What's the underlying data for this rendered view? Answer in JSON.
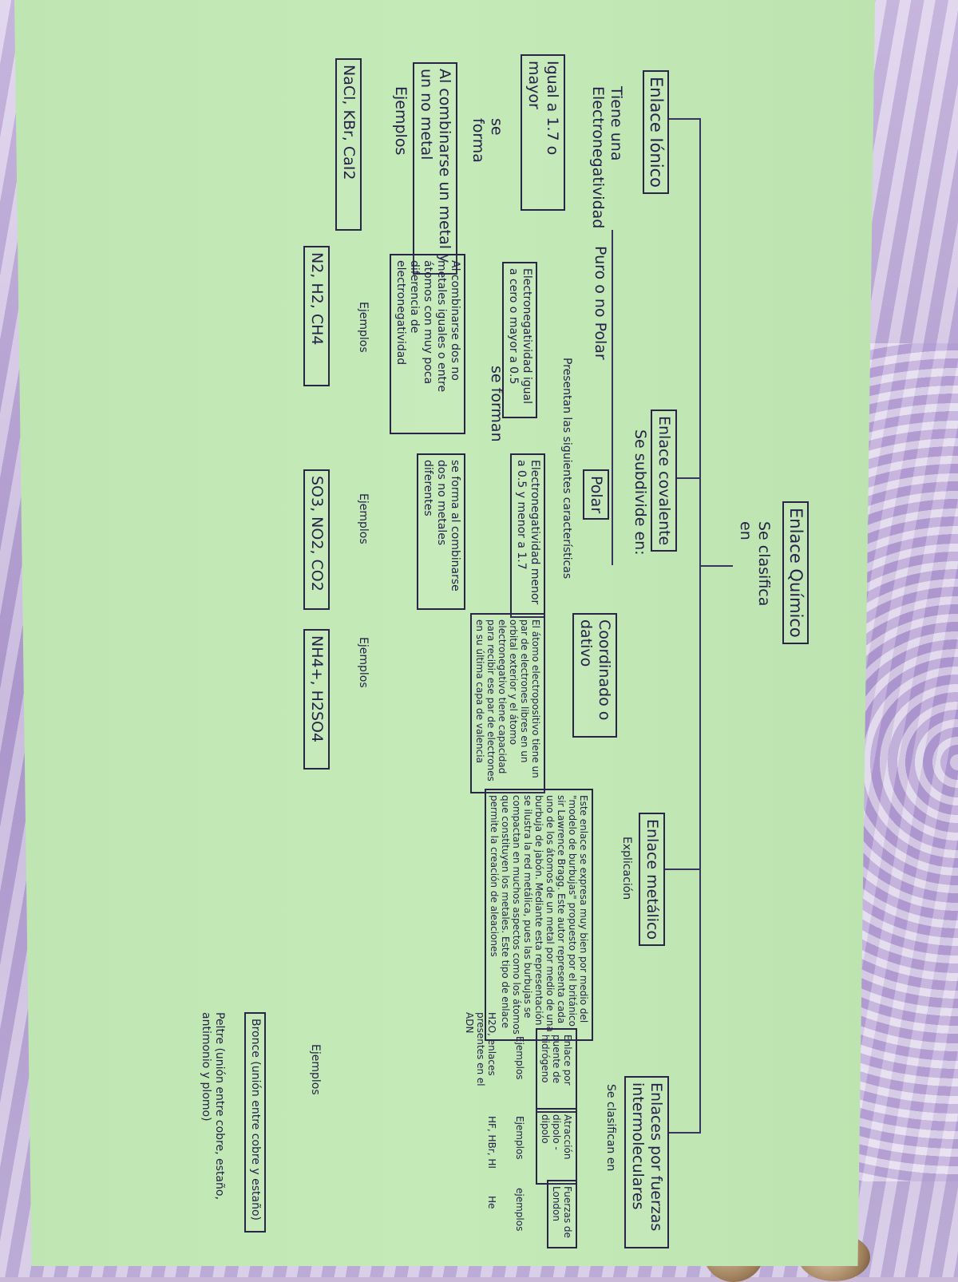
{
  "root": {
    "title": "Enlace Químico",
    "connector": "Se clasifica en"
  },
  "ionic": {
    "title": "Enlace Iónico",
    "label1": "Tiene una Electronegatividad",
    "box1": "Igual a 1.7 o mayor",
    "label2": "se forma",
    "box2": "Al combinarse un metal y un no metal",
    "label3": "Ejemplos",
    "examples": "NaCl, KBr, CaI2"
  },
  "covalent": {
    "title": "Enlace covalente",
    "connector": "Se subdivide en:",
    "nonpolar": {
      "title": "Puro o no Polar",
      "characteristics_label": "Presentan las siguientes características",
      "box1": "Electronegatividad igual a cero o mayor a 0.5",
      "label2": "se forman",
      "box2": "Al combinarse dos no metales iguales o entre átomos con muy poca diferencia de electronegatividad",
      "label3": "Ejemplos",
      "examples": "N2, H2, CH4"
    },
    "polar": {
      "title": "Polar",
      "box1": "Electronegatividad menor a 0.5 y menor a 1.7",
      "box2": "se forma al combinarse dos no metales diferentes",
      "label3": "Ejemplos",
      "examples": "SO3, NO2, CO2"
    },
    "dative": {
      "title": "Coordinado o dativo",
      "box1": "El átomo electropositivo tiene un par de electrones libres en un orbital exterior y el átomo electronegativo tiene capacidad para recibir ese par de electrones en su última capa de valencia",
      "label3": "Ejemplos",
      "examples": "NH4+, H2SO4"
    }
  },
  "metallic": {
    "title": "Enlace metálico",
    "label": "Explicación",
    "text": "Este enlace se expresa muy bien por medio del \"modelo de burbujas\" propuesto por el británico sir Lawrence Bragg. Este autor representa cada uno de los átomos de un metal por medio de una burbuja de jabón. Mediante esta representación se ilustra la red metálica, pues las burbujas se compactan en muchos aspectos como los átomos que constituyen los metales. Este tipo de enlace permite la creación de aleaciones",
    "label3": "Ejemplos",
    "example1": "Bronce (unión entre cobre y estaño)",
    "example2": "Peltre (unión entre cobre, estaño, antimonio y plomo)"
  },
  "intermolecular": {
    "title": "Enlaces por fuerzas intermoleculares",
    "connector": "Se clasifican en",
    "a": {
      "title": "Enlace por puente de hidrógeno",
      "label": "Ejemplos",
      "examples": "H2O, enlaces presentes en el ADN"
    },
    "b": {
      "title": "Atracción dipolo - dipolo",
      "label": "Ejemplos",
      "examples": "HF, HBr, HI"
    },
    "c": {
      "title": "Fuerzas de London",
      "label": "ejemplos",
      "examples": "He"
    }
  }
}
